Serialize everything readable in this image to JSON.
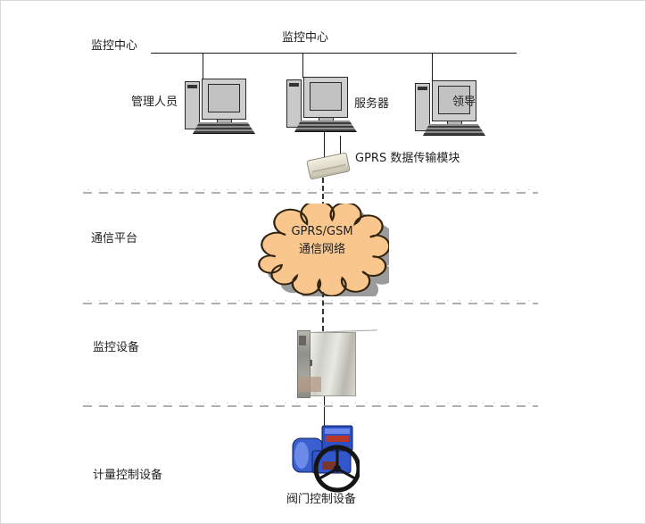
{
  "diagram": {
    "top_title": "监控中心",
    "row_labels": {
      "monitoring_center": "监控中心",
      "communication_platform": "通信平台",
      "monitoring_device": "监控设备",
      "metering_control_device": "计量控制设备"
    },
    "monitoring_center": {
      "admin_label": "管理人员",
      "server_label": "服务器",
      "leader_label": "领导",
      "gprs_module_label": "GPRS 数据传输模块"
    },
    "communication_platform": {
      "cloud_line1": "GPRS/GSM",
      "cloud_line2": "通信网络"
    },
    "metering_control": {
      "valve_label": "阀门控制设备"
    },
    "colors": {
      "cloud_fill": "#f9c68e",
      "cloud_stroke": "#31240f",
      "cloud_shadow": "#9b9b9b",
      "line": "#1a1a1a",
      "separator_dash": "#b0b0b0",
      "valve_blue": "#3157cb",
      "wheel_black": "#151515"
    }
  }
}
